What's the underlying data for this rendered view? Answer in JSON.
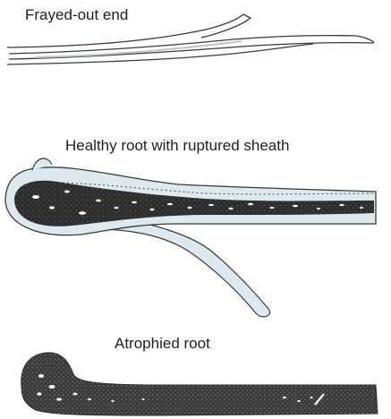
{
  "labels": {
    "frayed": "Frayed-out end",
    "healthy": "Healthy root with ruptured sheath",
    "atrophied": "Atrophied root"
  },
  "colors": {
    "outline": "#3a3a3a",
    "sheath_fill": "#dde8ef",
    "dark_core": "#2c2c2c",
    "speckle": "#ffffff"
  }
}
